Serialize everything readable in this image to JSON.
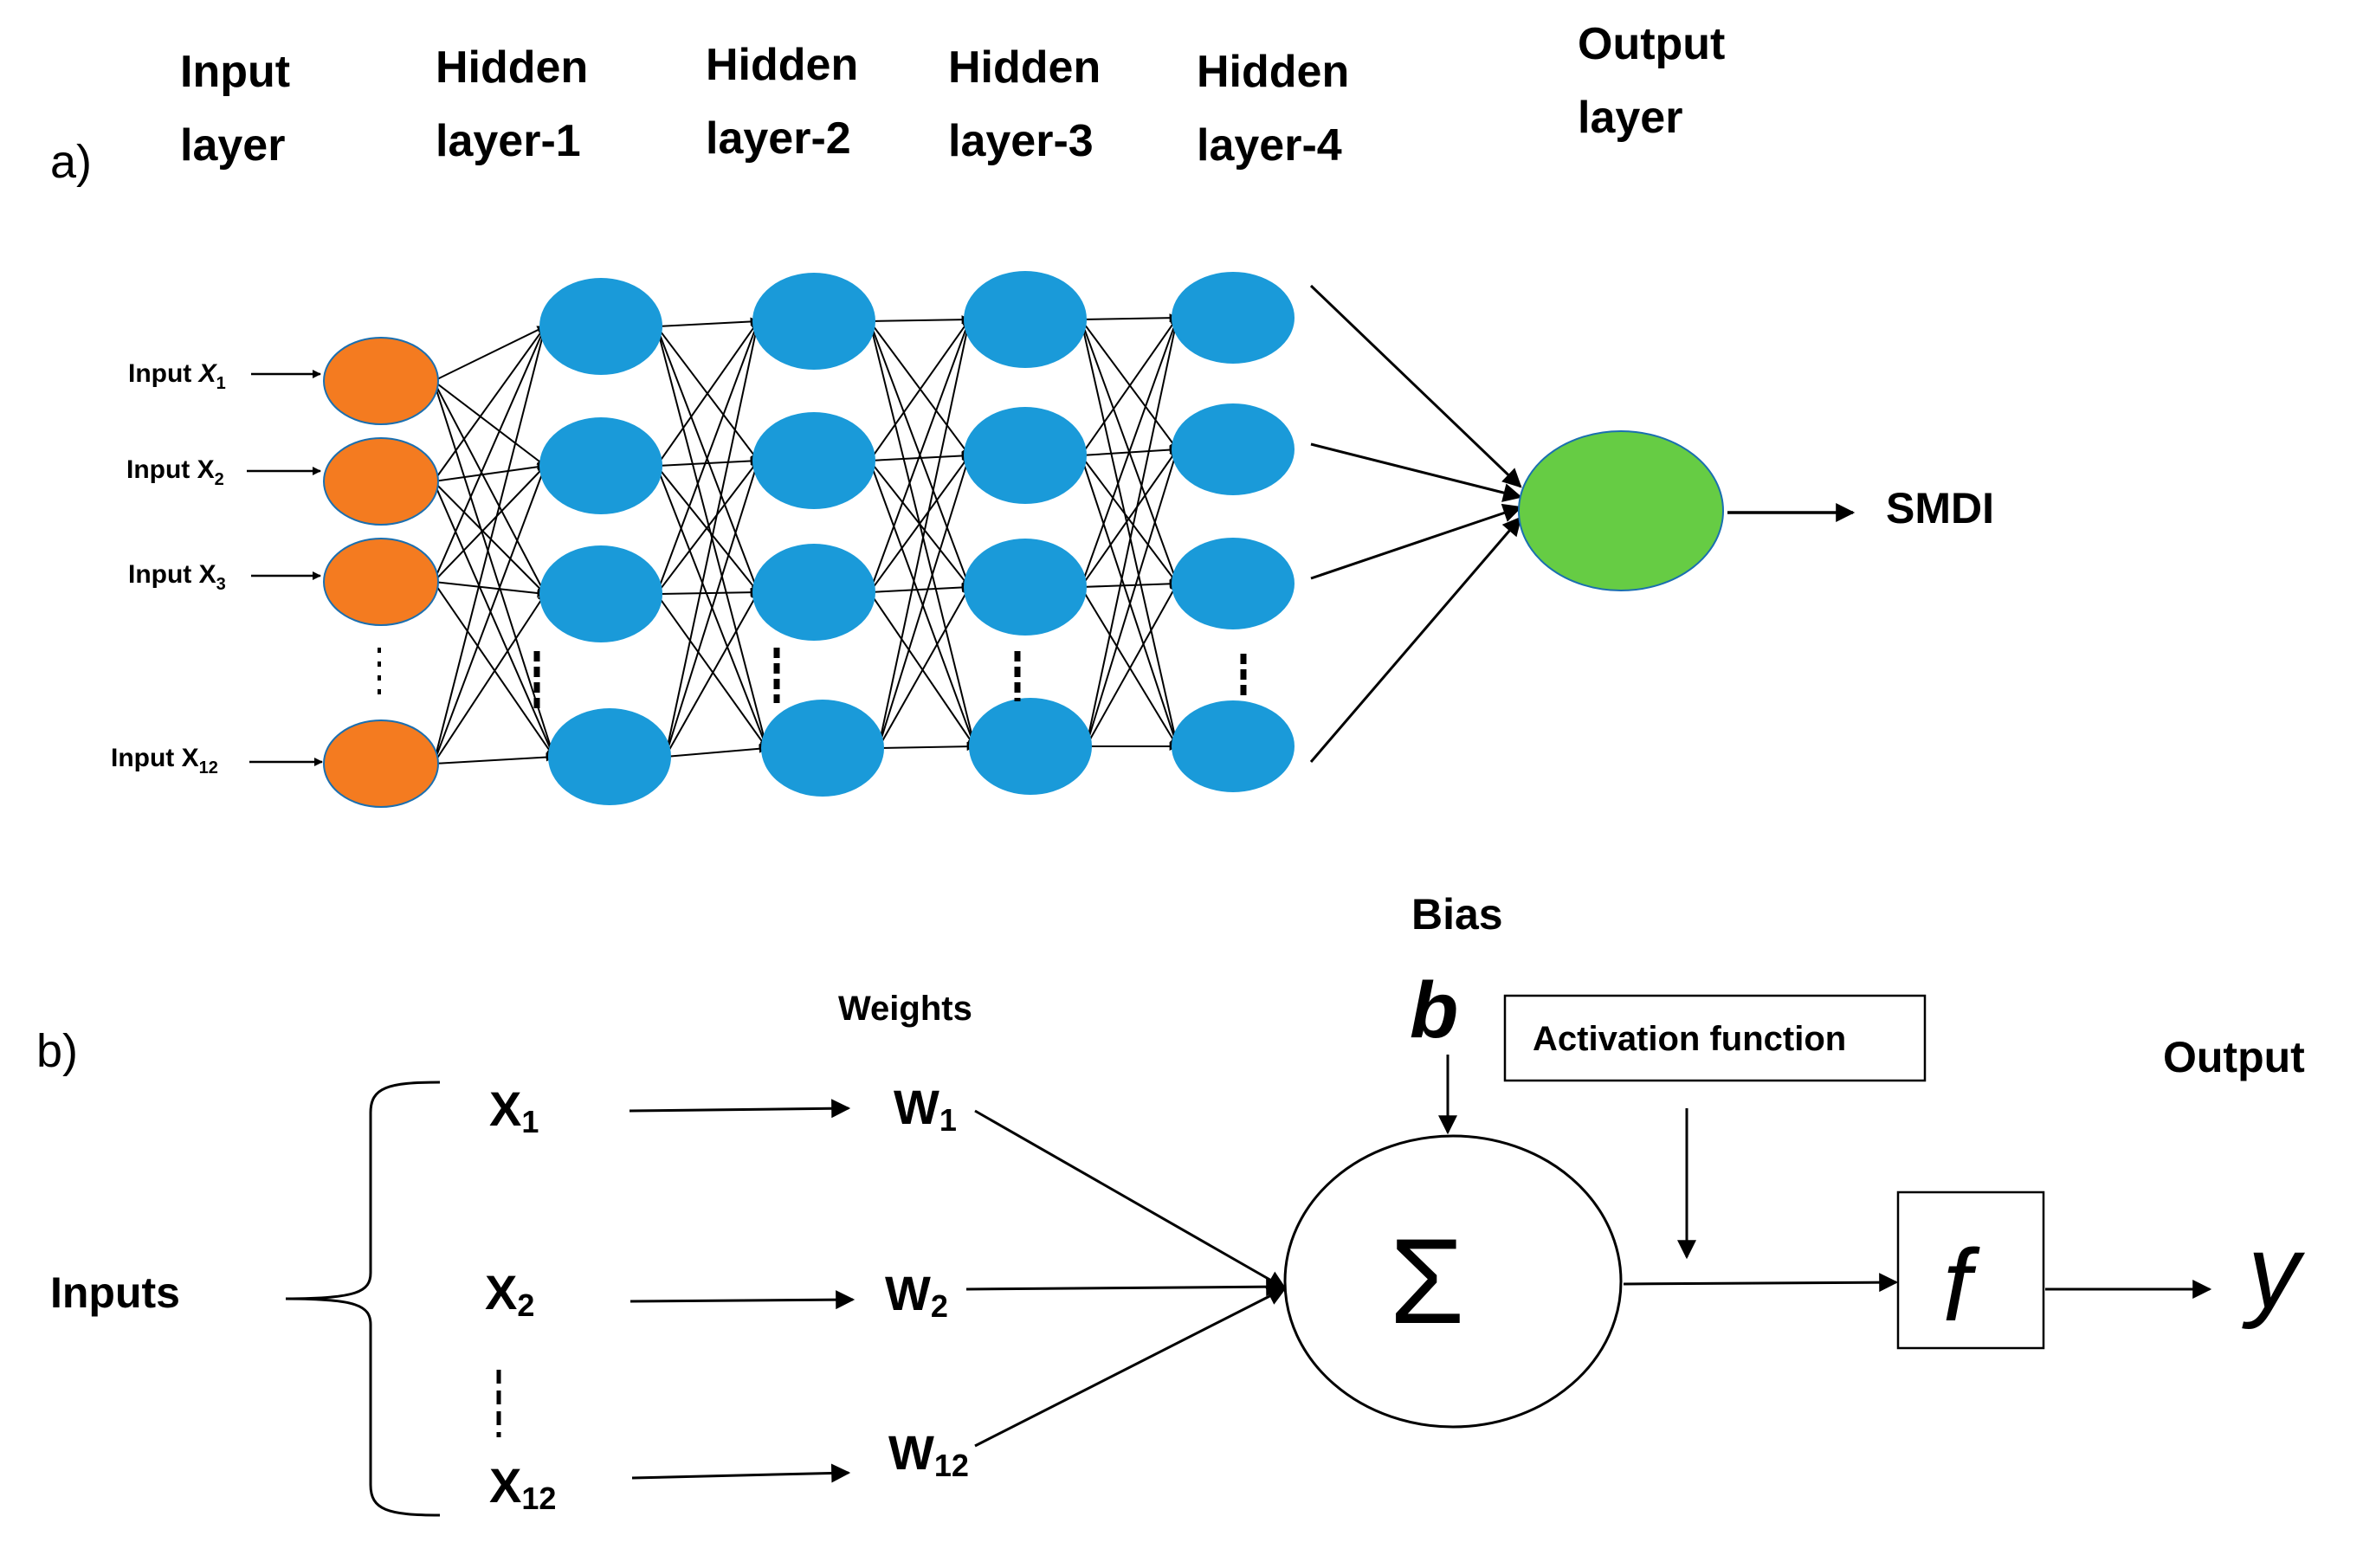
{
  "panel_a": {
    "label": "a)",
    "layers": [
      {
        "line1": "Input",
        "line2": "layer"
      },
      {
        "line1": "Hidden",
        "line2": "layer-1"
      },
      {
        "line1": "Hidden",
        "line2": "layer-2"
      },
      {
        "line1": "Hidden",
        "line2": "layer-3"
      },
      {
        "line1": "Hidden",
        "line2": "layer-4"
      },
      {
        "line1": "Output",
        "line2": "layer"
      }
    ],
    "inputs": [
      {
        "prefix": "Input ",
        "var": "X",
        "sub": "1",
        "italic": true
      },
      {
        "prefix": "Input ",
        "var": "X",
        "sub": "2",
        "italic": false
      },
      {
        "prefix": "Input ",
        "var": "X",
        "sub": "3",
        "italic": false
      },
      {
        "prefix": "Input ",
        "var": "X",
        "sub": "12",
        "italic": false
      }
    ],
    "output_label": "SMDI",
    "colors": {
      "input": "#f47b20",
      "hidden": "#1a9ad9",
      "output": "#66cc44",
      "node_border": "#1a6fb0"
    }
  },
  "panel_b": {
    "label": "b)",
    "inputs_label": "Inputs",
    "x_terms": [
      {
        "base": "X",
        "sub": "1"
      },
      {
        "base": "X",
        "sub": "2"
      },
      {
        "base": "X",
        "sub": "12"
      }
    ],
    "weights_label": "Weights",
    "w_terms": [
      {
        "base": "W",
        "sub": "1"
      },
      {
        "base": "W",
        "sub": "2"
      },
      {
        "base": "W",
        "sub": "12"
      }
    ],
    "bias_label": "Bias",
    "bias_symbol": "b",
    "sum_symbol": "Σ",
    "activation_label": "Activation function",
    "f_symbol": "f",
    "output_label": "Output",
    "y_symbol": "y"
  }
}
